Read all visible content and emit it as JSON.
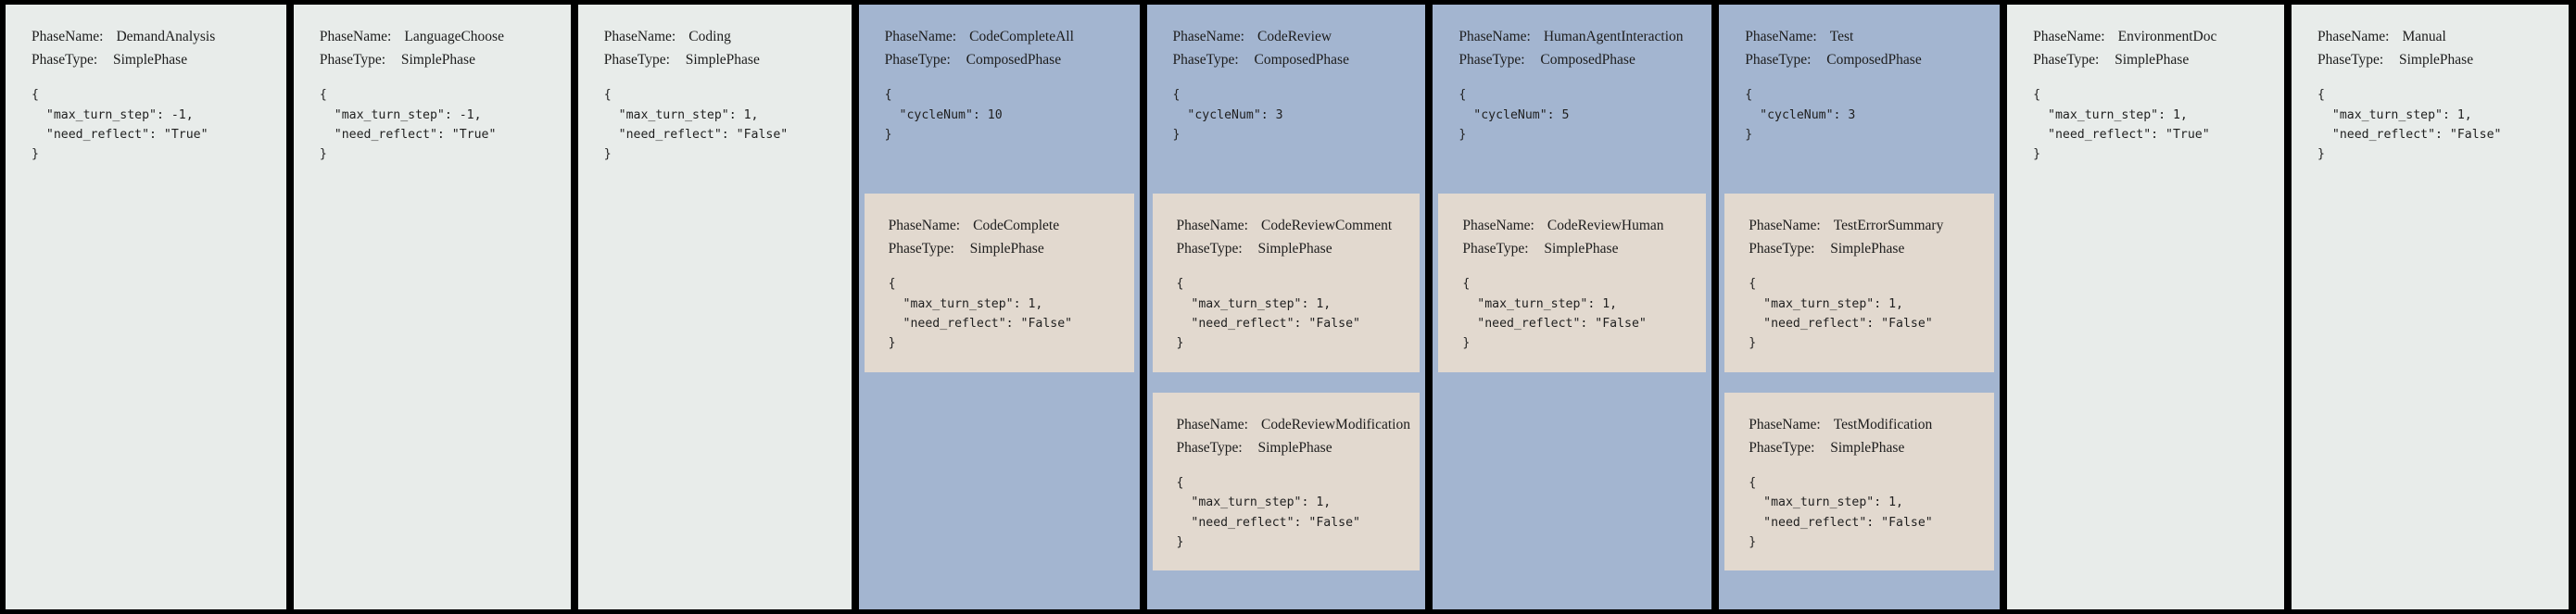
{
  "labels": {
    "phase_name": "PhaseName:",
    "phase_type": "PhaseType:"
  },
  "colors": {
    "frame": "#000000",
    "simple_bg": "#e8ecea",
    "composed_bg": "#a3b5d0",
    "subphase_bg": "#e2d9cf",
    "text": "#1c1c1c"
  },
  "columns": [
    {
      "id": "demand-analysis",
      "kind": "simple",
      "width": 172,
      "phase_name": "DemandAnalysis",
      "phase_type": "SimplePhase",
      "config": "{\n  \"max_turn_step\": -1,\n  \"need_reflect\": \"True\"\n}"
    },
    {
      "id": "language-choose",
      "kind": "simple",
      "width": 168,
      "phase_name": "LanguageChoose",
      "phase_type": "SimplePhase",
      "config": "{\n  \"max_turn_step\": -1,\n  \"need_reflect\": \"True\"\n}"
    },
    {
      "id": "coding",
      "kind": "simple",
      "width": 164,
      "phase_name": "Coding",
      "phase_type": "SimplePhase",
      "config": "{\n  \"max_turn_step\": 1,\n  \"need_reflect\": \"False\"\n}"
    },
    {
      "id": "code-complete-all",
      "kind": "composed",
      "width": 172,
      "phase_name": "CodeCompleteAll",
      "phase_type": "ComposedPhase",
      "config": "{\n  \"cycleNum\": 10\n}",
      "subphases": [
        {
          "id": "code-complete",
          "phase_name": "CodeComplete",
          "phase_type": "SimplePhase",
          "config": "{\n  \"max_turn_step\": 1,\n  \"need_reflect\": \"False\"\n}"
        }
      ]
    },
    {
      "id": "code-review",
      "kind": "composed",
      "width": 170,
      "phase_name": "CodeReview",
      "phase_type": "ComposedPhase",
      "config": "{\n  \"cycleNum\": 3\n}",
      "subphases": [
        {
          "id": "code-review-comment",
          "phase_name": "CodeReviewComment",
          "phase_type": "SimplePhase",
          "config": "{\n  \"max_turn_step\": 1,\n  \"need_reflect\": \"False\"\n}"
        },
        {
          "id": "code-review-modification",
          "phase_name": "CodeReviewModification",
          "phase_type": "SimplePhase",
          "config": "{\n  \"max_turn_step\": 1,\n  \"need_reflect\": \"False\"\n}"
        }
      ]
    },
    {
      "id": "human-agent-interaction",
      "kind": "composed",
      "width": 170,
      "phase_name": "HumanAgentInteraction",
      "phase_type": "ComposedPhase",
      "config": "{\n  \"cycleNum\": 5\n}",
      "subphases": [
        {
          "id": "code-review-human",
          "phase_name": "CodeReviewHuman",
          "phase_type": "SimplePhase",
          "config": "{\n  \"max_turn_step\": 1,\n  \"need_reflect\": \"False\"\n}"
        }
      ]
    },
    {
      "id": "test",
      "kind": "composed",
      "width": 172,
      "phase_name": "Test",
      "phase_type": "ComposedPhase",
      "config": "{\n  \"cycleNum\": 3\n}",
      "subphases": [
        {
          "id": "test-error-summary",
          "phase_name": "TestErrorSummary",
          "phase_type": "SimplePhase",
          "config": "{\n  \"max_turn_step\": 1,\n  \"need_reflect\": \"False\"\n}"
        },
        {
          "id": "test-modification",
          "phase_name": "TestModification",
          "phase_type": "SimplePhase",
          "config": "{\n  \"max_turn_step\": 1,\n  \"need_reflect\": \"False\"\n}"
        }
      ]
    },
    {
      "id": "environment-doc",
      "kind": "simple",
      "width": 168,
      "phase_name": "EnvironmentDoc",
      "phase_type": "SimplePhase",
      "config": "{\n  \"max_turn_step\": 1,\n  \"need_reflect\": \"True\"\n}"
    },
    {
      "id": "manual",
      "kind": "simple",
      "width": 168,
      "phase_name": "Manual",
      "phase_type": "SimplePhase",
      "config": "{\n  \"max_turn_step\": 1,\n  \"need_reflect\": \"False\"\n}"
    }
  ]
}
